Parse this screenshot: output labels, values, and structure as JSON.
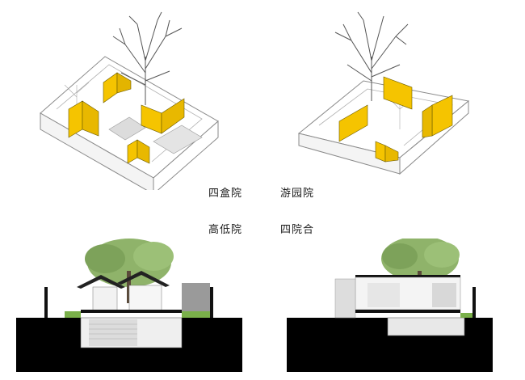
{
  "captions": {
    "top_left": "四盒院",
    "top_right": "游园院",
    "bottom_left": "高低院",
    "bottom_right": "四院合"
  },
  "colors": {
    "accent_yellow": "#f5c400",
    "line": "#8a8a8a",
    "ground": "#000000",
    "tree_green": "#8fb36a",
    "wall_gray": "#9a9a9a"
  },
  "icons": {
    "tree": "tree-icon"
  }
}
